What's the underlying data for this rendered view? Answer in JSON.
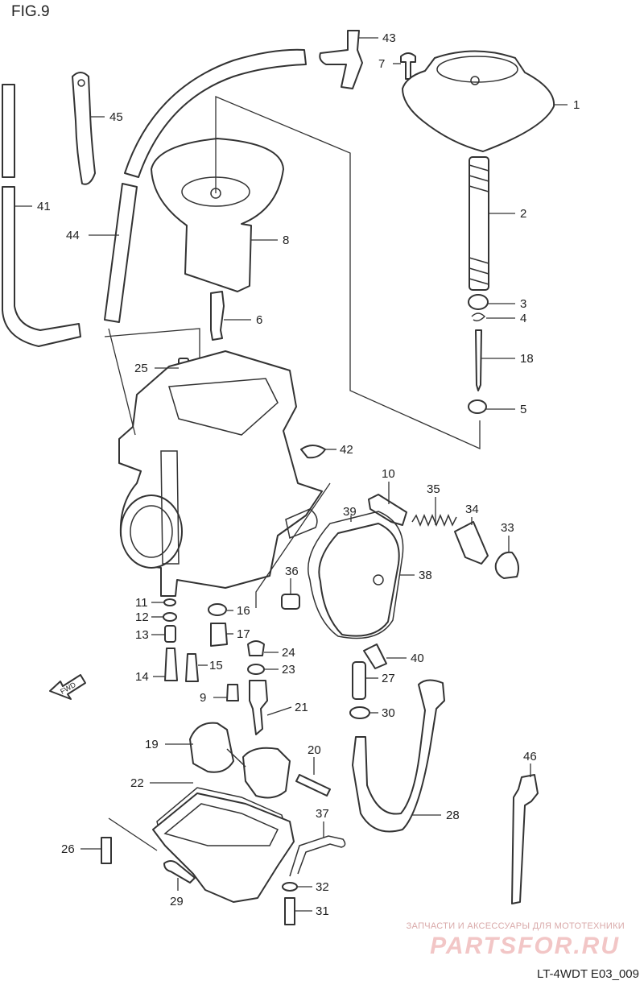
{
  "figure": {
    "title": "FIG.9",
    "code": "LT-4WDT E03_009",
    "fwd_label": "FWD"
  },
  "watermark": {
    "line1": "ЗАПЧАСТИ И АКСЕССУАРЫ ДЛЯ МОТОТЕХНИКИ",
    "line2": "PARTSFOR.RU"
  },
  "callouts": [
    {
      "key": "p1",
      "label": "1"
    },
    {
      "key": "p2",
      "label": "2"
    },
    {
      "key": "p3",
      "label": "3"
    },
    {
      "key": "p4",
      "label": "4"
    },
    {
      "key": "p5",
      "label": "5"
    },
    {
      "key": "p6",
      "label": "6"
    },
    {
      "key": "p7",
      "label": "7"
    },
    {
      "key": "p8",
      "label": "8"
    },
    {
      "key": "p9",
      "label": "9"
    },
    {
      "key": "p10",
      "label": "10"
    },
    {
      "key": "p11",
      "label": "11"
    },
    {
      "key": "p12",
      "label": "12"
    },
    {
      "key": "p13",
      "label": "13"
    },
    {
      "key": "p14",
      "label": "14"
    },
    {
      "key": "p15",
      "label": "15"
    },
    {
      "key": "p16",
      "label": "16"
    },
    {
      "key": "p17",
      "label": "17"
    },
    {
      "key": "p18",
      "label": "18"
    },
    {
      "key": "p19",
      "label": "19"
    },
    {
      "key": "p20",
      "label": "20"
    },
    {
      "key": "p21",
      "label": "21"
    },
    {
      "key": "p22",
      "label": "22"
    },
    {
      "key": "p23",
      "label": "23"
    },
    {
      "key": "p24",
      "label": "24"
    },
    {
      "key": "p25",
      "label": "25"
    },
    {
      "key": "p26",
      "label": "26"
    },
    {
      "key": "p27",
      "label": "27"
    },
    {
      "key": "p28",
      "label": "28"
    },
    {
      "key": "p29",
      "label": "29"
    },
    {
      "key": "p30",
      "label": "30"
    },
    {
      "key": "p31",
      "label": "31"
    },
    {
      "key": "p32",
      "label": "32"
    },
    {
      "key": "p33",
      "label": "33"
    },
    {
      "key": "p34",
      "label": "34"
    },
    {
      "key": "p35",
      "label": "35"
    },
    {
      "key": "p36",
      "label": "36"
    },
    {
      "key": "p37",
      "label": "37"
    },
    {
      "key": "p38",
      "label": "38"
    },
    {
      "key": "p39",
      "label": "39"
    },
    {
      "key": "p40",
      "label": "40"
    },
    {
      "key": "p41",
      "label": "41"
    },
    {
      "key": "p42",
      "label": "42"
    },
    {
      "key": "p43",
      "label": "43"
    },
    {
      "key": "p44",
      "label": "44"
    },
    {
      "key": "p45",
      "label": "45"
    },
    {
      "key": "p46",
      "label": "46"
    }
  ]
}
